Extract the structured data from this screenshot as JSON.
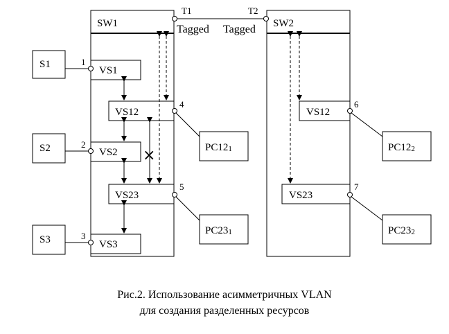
{
  "switches": {
    "sw1": {
      "label": "SW1"
    },
    "sw2": {
      "label": "SW2"
    }
  },
  "trunk": {
    "t1": "T1",
    "t2": "T2",
    "tag_left": "Tagged",
    "tag_right": "Tagged"
  },
  "servers": {
    "s1": "S1",
    "s2": "S2",
    "s3": "S3"
  },
  "vlans": {
    "sw1": {
      "vs1": "VS1",
      "vs12": "VS12",
      "vs2": "VS2",
      "vs23": "VS23",
      "vs3": "VS3"
    },
    "sw2": {
      "vs12": "VS12",
      "vs23": "VS23"
    }
  },
  "ports": {
    "p1": "1",
    "p2": "2",
    "p3": "3",
    "p4": "4",
    "p5": "5",
    "p6": "6",
    "p7": "7"
  },
  "pcs": {
    "pc12_1": {
      "base": "PC12",
      "sub": "1"
    },
    "pc23_1": {
      "base": "PC23",
      "sub": "1"
    },
    "pc12_2": {
      "base": "PC12",
      "sub": "2"
    },
    "pc23_2": {
      "base": "PC23",
      "sub": "2"
    }
  },
  "blocked_mark": "×",
  "caption": {
    "line1": "Рис.2. Использование асимметричных VLAN",
    "line2": "для создания разделенных ресурсов"
  }
}
